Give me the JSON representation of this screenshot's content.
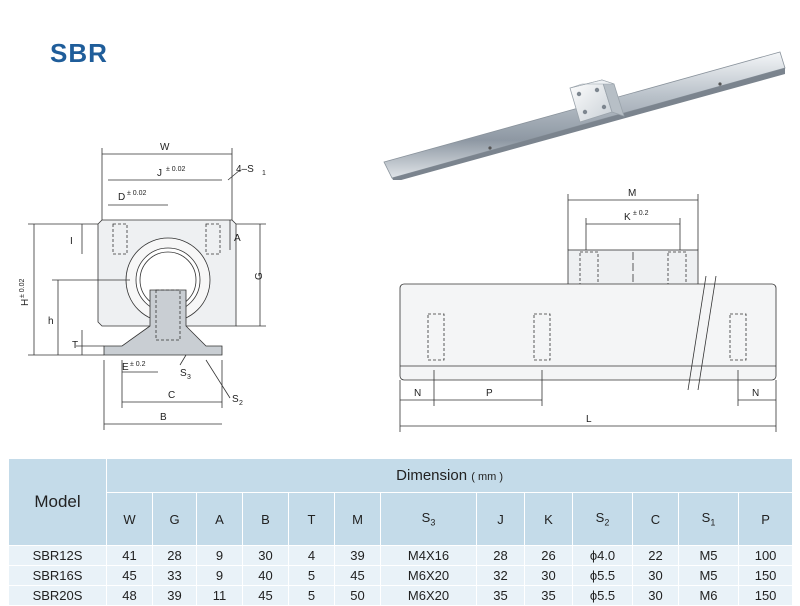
{
  "page_title": "SBR",
  "drawing": {
    "left_labels": {
      "W": "W",
      "J": "J",
      "J_tol": "± 0.02",
      "S1_label": "4–S",
      "S1_sub": "1",
      "D": "D",
      "D_tol": "± 0.02",
      "I": "I",
      "A": "A",
      "G": "G",
      "H": "H",
      "H_tol": "± 0.02",
      "h": "h",
      "T": "T",
      "E": "E",
      "E_tol": "± 0.2",
      "S3": "S",
      "S3_sub": "3",
      "S2": "S",
      "S2_sub": "2",
      "C": "C",
      "B": "B"
    },
    "right_labels": {
      "M": "M",
      "K": "K",
      "K_tol": "± 0.2",
      "N_left": "N",
      "P": "P",
      "L": "L",
      "N_right": "N"
    }
  },
  "table": {
    "model_header": "Model",
    "dimension_header": "Dimension",
    "dimension_unit": "( mm )",
    "columns": [
      {
        "label": "W",
        "sub": ""
      },
      {
        "label": "G",
        "sub": ""
      },
      {
        "label": "A",
        "sub": ""
      },
      {
        "label": "B",
        "sub": ""
      },
      {
        "label": "T",
        "sub": ""
      },
      {
        "label": "M",
        "sub": ""
      },
      {
        "label": "S",
        "sub": "3"
      },
      {
        "label": "J",
        "sub": ""
      },
      {
        "label": "K",
        "sub": ""
      },
      {
        "label": "S",
        "sub": "2"
      },
      {
        "label": "C",
        "sub": ""
      },
      {
        "label": "S",
        "sub": "1"
      },
      {
        "label": "P",
        "sub": ""
      }
    ],
    "rows": [
      {
        "model": "SBR12S",
        "values": [
          "41",
          "28",
          "9",
          "30",
          "4",
          "39",
          "M4X16",
          "28",
          "26",
          "ϕ4.0",
          "22",
          "M5",
          "100"
        ]
      },
      {
        "model": "SBR16S",
        "values": [
          "45",
          "33",
          "9",
          "40",
          "5",
          "45",
          "M6X20",
          "32",
          "30",
          "ϕ5.5",
          "30",
          "M5",
          "150"
        ]
      },
      {
        "model": "SBR20S",
        "values": [
          "48",
          "39",
          "11",
          "45",
          "5",
          "50",
          "M6X20",
          "35",
          "35",
          "ϕ5.5",
          "30",
          "M6",
          "150"
        ]
      }
    ]
  }
}
